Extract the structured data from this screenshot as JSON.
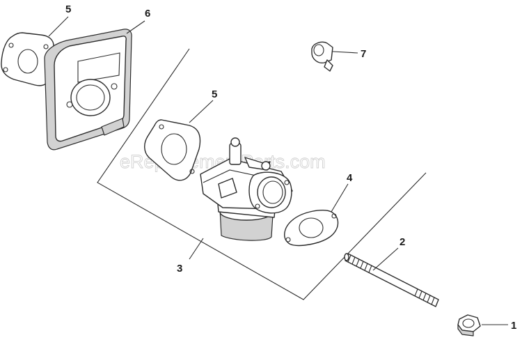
{
  "watermark": "eReplacementParts.com",
  "callouts": {
    "gasket_top": "5",
    "air_cleaner_base": "6",
    "fuel_line_clip": "7",
    "gasket_middle": "5",
    "carburetor_gasket": "4",
    "carburetor": "3",
    "stud": "2",
    "nut": "1"
  }
}
